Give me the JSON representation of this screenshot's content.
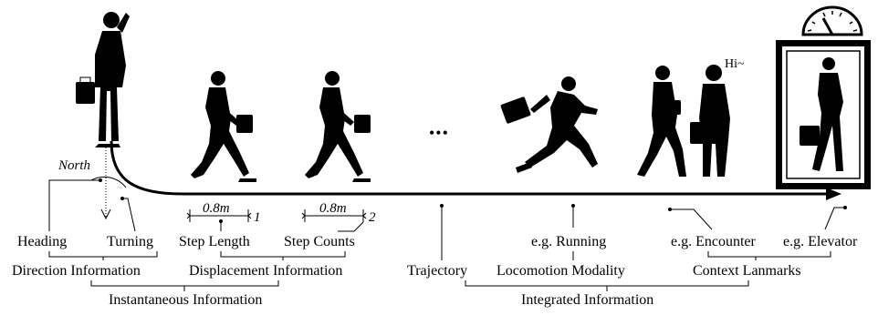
{
  "diagram": {
    "compass_label": "North",
    "step_length_value": "0.8m",
    "step_length_index": "1",
    "step_count_value": "0.8m",
    "step_count_index": "2",
    "ellipsis": "•••",
    "speech": "Hi~",
    "labels": {
      "heading": "Heading",
      "turning": "Turning",
      "step_length": "Step Length",
      "step_counts": "Step Counts",
      "running": "e.g. Running",
      "encounter": "e.g. Encounter",
      "elevator": "e.g. Elevator",
      "direction_information": "Direction Information",
      "displacement_information": "Displacement Information",
      "trajectory": "Trajectory",
      "locomotion_modality": "Locomotion Modality",
      "context_landmarks": "Context Lanmarks",
      "instantaneous_information": "Instantaneous Information",
      "integrated_information": "Integrated Information"
    }
  }
}
